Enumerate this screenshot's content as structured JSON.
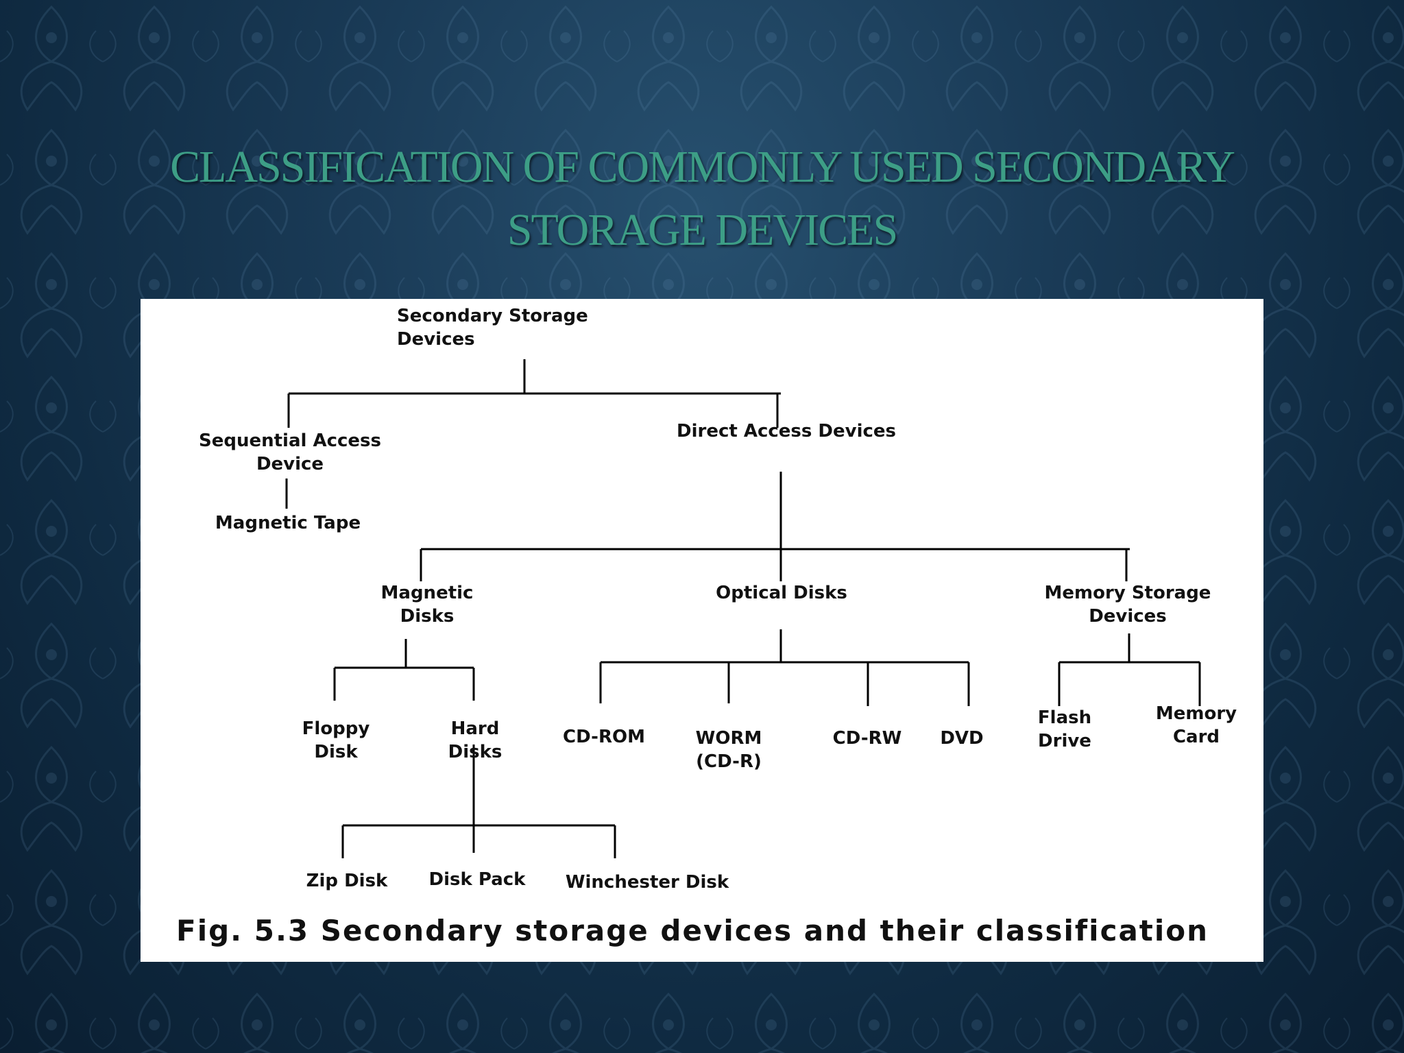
{
  "slide": {
    "title_line1": "Classification of commonly used secondary",
    "title_line2": "storage devices",
    "title_color": "#3d9e86",
    "background_color": "#14324c"
  },
  "diagram": {
    "nodes": {
      "root": "Secondary Storage\nDevices",
      "sequential": "Sequential Access\nDevice",
      "magnetic_tape": "Magnetic Tape",
      "direct": "Direct Access Devices",
      "magnetic_disks": "Magnetic\nDisks",
      "optical_disks": "Optical Disks",
      "memory_storage": "Memory Storage\nDevices",
      "floppy": "Floppy\nDisk",
      "hard_disks": "Hard\nDisks",
      "cd_rom": "CD-ROM",
      "worm": "WORM\n(CD-R)",
      "cd_rw": "CD-RW",
      "dvd": "DVD",
      "flash_drive": "Flash\nDrive",
      "memory_card": "Memory\nCard",
      "zip_disk": "Zip Disk",
      "disk_pack": "Disk Pack",
      "winchester": "Winchester Disk"
    },
    "caption": "Fig. 5.3 Secondary storage devices and their classification"
  }
}
